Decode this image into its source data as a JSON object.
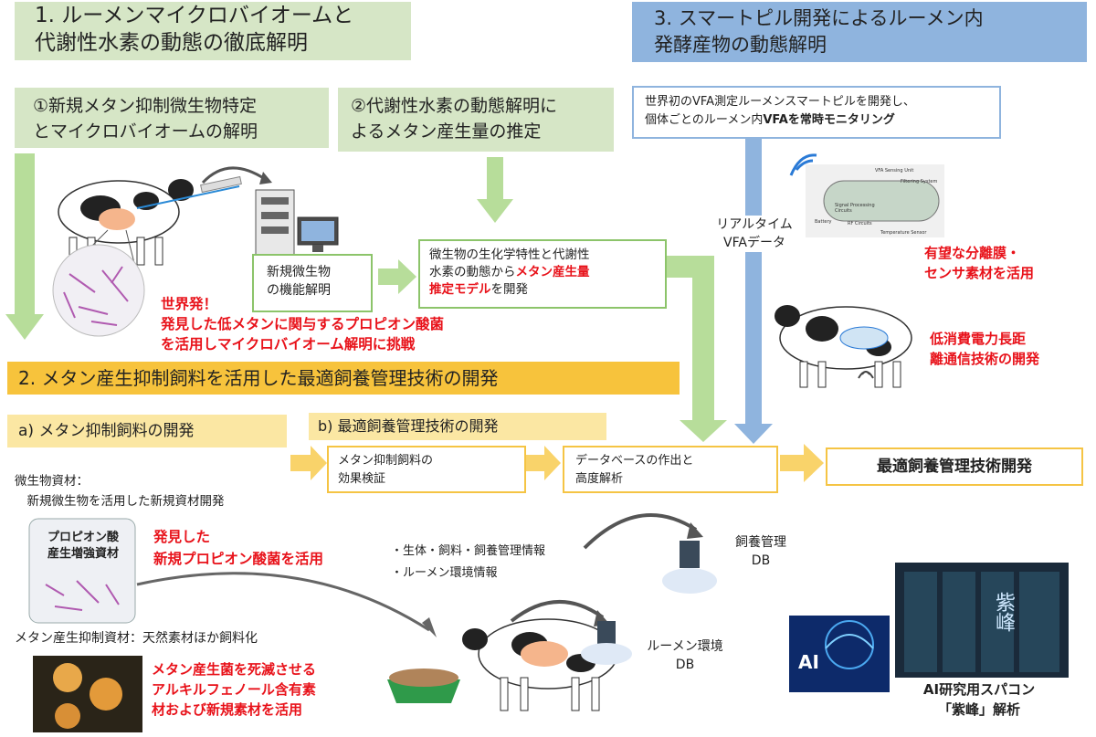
{
  "section1": {
    "title": "1. ルーメンマイクロバイオームと\n代謝性水素の動態の徹底解明",
    "sub1": "①新規メタン抑制微生物特定\nとマイクロバイオームの解明",
    "sub2": "②代謝性水素の動態解明に\nよるメタン産生量の推定",
    "box_func": "新規微生物\nの機能解明",
    "box_model_pre": "微生物の生化学特性と代謝性\n水素の動態から",
    "box_model_red": "メタン産生量\n推定モデル",
    "box_model_post": "を開発",
    "discovery": "世界発！\n発見した低メタンに関与するプロピオン酸菌\nを活用しマイクロバイオーム解明に挑戦"
  },
  "section3": {
    "title": "3. スマートピル開発によるルーメン内\n発酵産物の動態解明",
    "box_pre": "世界初のVFA測定ルーメンスマートピルを開発し、\n個体ごとのルーメン内",
    "box_bold": "VFAを常時モニタリング",
    "realtime": "リアルタイム\nVFAデータ",
    "membrane": "有望な分離膜・\nセンサ素材を活用",
    "lowpower": "低消費電力長距\n離通信技術の開発",
    "pill_labels": [
      "VFA Sensing Unit",
      "Filtering System",
      "Signal Processing\nCircuits",
      "RF Circuits",
      "Battery",
      "Temperature Sensor"
    ]
  },
  "section2": {
    "title": "2. メタン産生抑制飼料を活用した最適飼養管理技術の開発",
    "a_title": "a) メタン抑制飼料の開発",
    "b_title": "b) 最適飼養管理技術の開発",
    "box_effect": "メタン抑制飼料の\n効果検証",
    "box_db": "データベースの作出と\n高度解析",
    "result": "最適飼養管理技術開発",
    "microbe_material": "微生物資材：\n　新規微生物を活用した新規資材開発",
    "propion_label": "プロピオン酸\n産生増強資材",
    "found_propion": "発見した\n新規プロピオン酸菌を活用",
    "info1": "・生体・飼料・飼養管理情報",
    "info2": "・ルーメン環境情報",
    "db_feed": "飼養管理\nDB",
    "db_rumen": "ルーメン環境\nDB",
    "methane_material": "メタン産生抑制資材：天然素材ほか飼料化",
    "alkyl": "メタン産生菌を死滅させる\nアルキルフェノール含有素\n材および新規素材を活用",
    "ai_label": "AI",
    "super_chars": "紫峰",
    "supercomputer": "AI研究用スパコン\n「紫峰」解析"
  },
  "colors": {
    "green_header": "#d6e6c6",
    "blue_header": "#8fb4de",
    "gold_header": "#f7c33c",
    "red_text": "#e8121a",
    "green_arrow": "#b7dd9a",
    "yellow_arrow": "#f9d36a",
    "blue_arrow": "#8fb4de"
  }
}
